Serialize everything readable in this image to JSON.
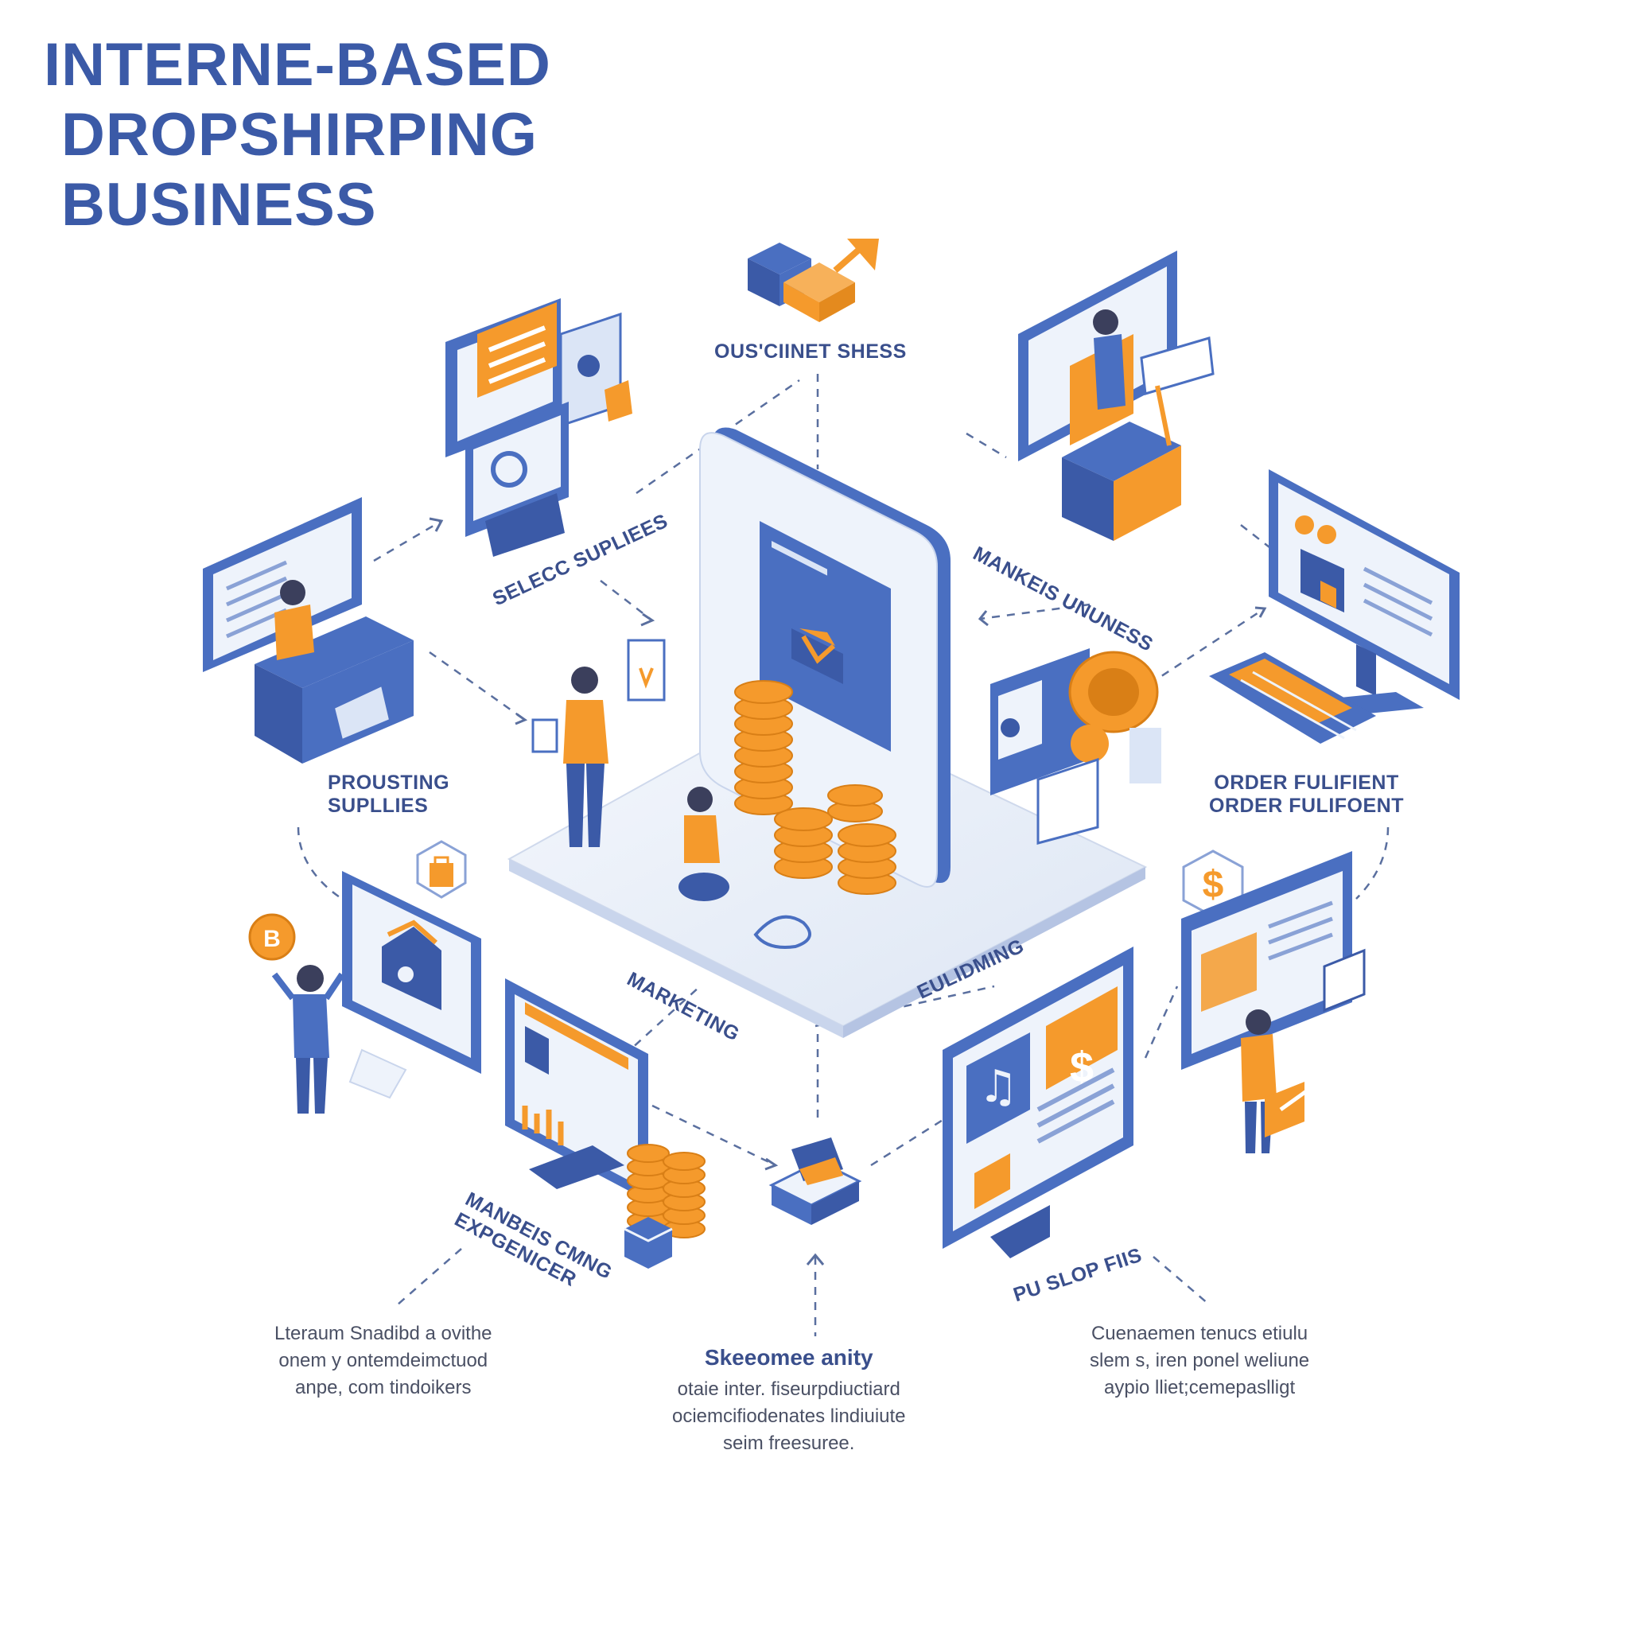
{
  "title": {
    "line1": "INTERNE-BASED",
    "line2": "DROPSHIRPING",
    "line3": "BUSINESS"
  },
  "labels": {
    "top": "OUS'CIINET SHESS",
    "select_suppliers": "SELECC SUPLIEES",
    "top_right": "MANKEIS UNUNESS",
    "prousting_l1": "PROUSTING",
    "prousting_l2": "SUPLLIES",
    "order_l1": "ORDER FULIFIENT",
    "order_l2": "ORDER FULIFOENT",
    "marketing": "MARKETING",
    "euliding": "EULIDMING",
    "bottom_left_l1": "MANBEIS CMNG",
    "bottom_left_l2": "EXPGENICER",
    "bottom_right": "PU SLOP FIIS"
  },
  "paragraphs": {
    "left": [
      "Lteraum Snadibd a ovithe",
      "onem y ontemdeimctuod",
      "anpe, com tindoikers"
    ],
    "center_head": "Skeeomee anity",
    "center": [
      "otaie inter. fiseurpdiuctiard",
      "ociemcifiodenates lindiuiute",
      "seim freesuree."
    ],
    "right": [
      "Cuenaemen tenucs etiulu",
      "slem s, iren ponel weliune",
      "aypio lliet;cemepaslligt"
    ]
  },
  "colors": {
    "blue": "#4a6fc1",
    "navy": "#3b5aa7",
    "orange": "#f59a2c",
    "light": "#e8eef8",
    "line": "#5a6f9f"
  },
  "icons": [
    "dollar-icon",
    "shopping-bag-icon",
    "coin-b-icon"
  ]
}
